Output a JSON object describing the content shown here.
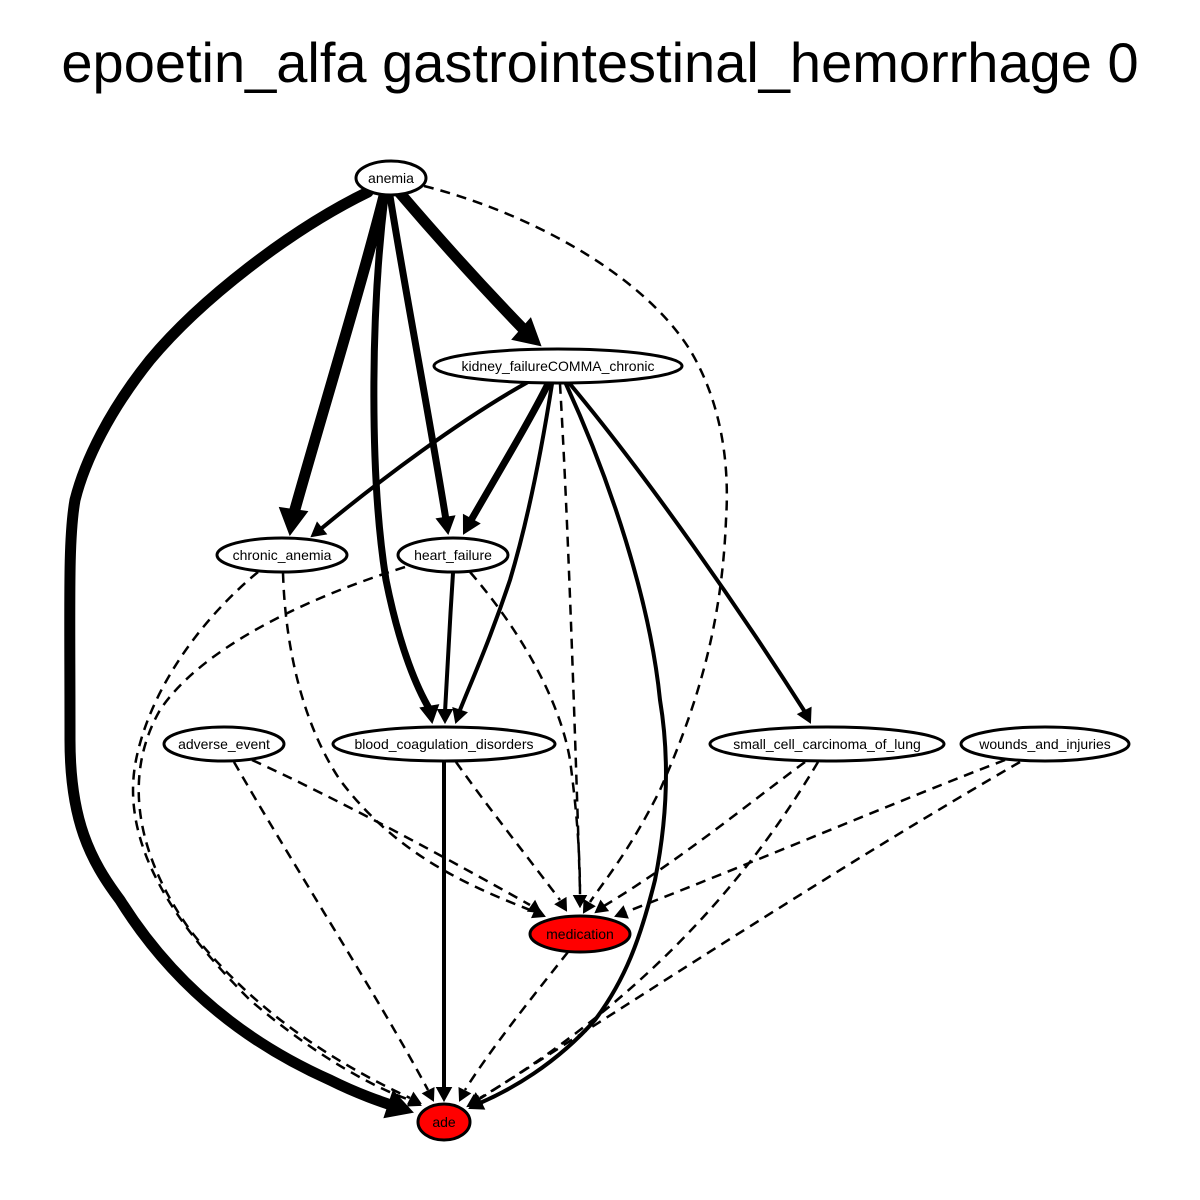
{
  "title": "epoetin_alfa gastrointestinal_hemorrhage 0",
  "colors": {
    "background": "#ffffff",
    "node_fill": "#ffffff",
    "highlight_fill": "#ff0000",
    "stroke": "#000000"
  },
  "nodes": [
    {
      "id": "anemia",
      "label": "anemia",
      "highlight": false
    },
    {
      "id": "kidney",
      "label": "kidney_failureCOMMA_chronic",
      "highlight": false
    },
    {
      "id": "chronic_anemia",
      "label": "chronic_anemia",
      "highlight": false
    },
    {
      "id": "heart_failure",
      "label": "heart_failure",
      "highlight": false
    },
    {
      "id": "adverse_event",
      "label": "adverse_event",
      "highlight": false
    },
    {
      "id": "blood_coag",
      "label": "blood_coagulation_disorders",
      "highlight": false
    },
    {
      "id": "sclc",
      "label": "small_cell_carcinoma_of_lung",
      "highlight": false
    },
    {
      "id": "wounds",
      "label": "wounds_and_injuries",
      "highlight": false
    },
    {
      "id": "medication",
      "label": "medication",
      "highlight": true
    },
    {
      "id": "ade",
      "label": "ade",
      "highlight": true
    }
  ],
  "edges": [
    {
      "from": "anemia",
      "to": "kidney",
      "style": "solid",
      "weight": "heavy"
    },
    {
      "from": "anemia",
      "to": "chronic_anemia",
      "style": "solid",
      "weight": "heavy"
    },
    {
      "from": "anemia",
      "to": "heart_failure",
      "style": "solid",
      "weight": "medium"
    },
    {
      "from": "anemia",
      "to": "blood_coag",
      "style": "solid",
      "weight": "medium"
    },
    {
      "from": "anemia",
      "to": "ade",
      "style": "solid",
      "weight": "heavy"
    },
    {
      "from": "anemia",
      "to": "medication",
      "style": "dashed",
      "weight": "light"
    },
    {
      "from": "kidney",
      "to": "chronic_anemia",
      "style": "solid",
      "weight": "light"
    },
    {
      "from": "kidney",
      "to": "heart_failure",
      "style": "solid",
      "weight": "medium"
    },
    {
      "from": "kidney",
      "to": "blood_coag",
      "style": "solid",
      "weight": "light"
    },
    {
      "from": "kidney",
      "to": "medication",
      "style": "dashed",
      "weight": "light"
    },
    {
      "from": "kidney",
      "to": "ade",
      "style": "solid",
      "weight": "light"
    },
    {
      "from": "kidney",
      "to": "sclc",
      "style": "solid",
      "weight": "light"
    },
    {
      "from": "chronic_anemia",
      "to": "ade",
      "style": "dashed",
      "weight": "light"
    },
    {
      "from": "chronic_anemia",
      "to": "medication",
      "style": "dashed",
      "weight": "light"
    },
    {
      "from": "heart_failure",
      "to": "blood_coag",
      "style": "solid",
      "weight": "light"
    },
    {
      "from": "heart_failure",
      "to": "ade",
      "style": "dashed",
      "weight": "light"
    },
    {
      "from": "heart_failure",
      "to": "medication",
      "style": "dashed",
      "weight": "light"
    },
    {
      "from": "adverse_event",
      "to": "medication",
      "style": "dashed",
      "weight": "light"
    },
    {
      "from": "adverse_event",
      "to": "ade",
      "style": "dashed",
      "weight": "light"
    },
    {
      "from": "blood_coag",
      "to": "ade",
      "style": "solid",
      "weight": "light"
    },
    {
      "from": "blood_coag",
      "to": "medication",
      "style": "dashed",
      "weight": "light"
    },
    {
      "from": "sclc",
      "to": "medication",
      "style": "dashed",
      "weight": "light"
    },
    {
      "from": "sclc",
      "to": "ade",
      "style": "dashed",
      "weight": "light"
    },
    {
      "from": "wounds",
      "to": "medication",
      "style": "dashed",
      "weight": "light"
    },
    {
      "from": "wounds",
      "to": "ade",
      "style": "dashed",
      "weight": "light"
    },
    {
      "from": "medication",
      "to": "ade",
      "style": "dashed",
      "weight": "light"
    }
  ]
}
